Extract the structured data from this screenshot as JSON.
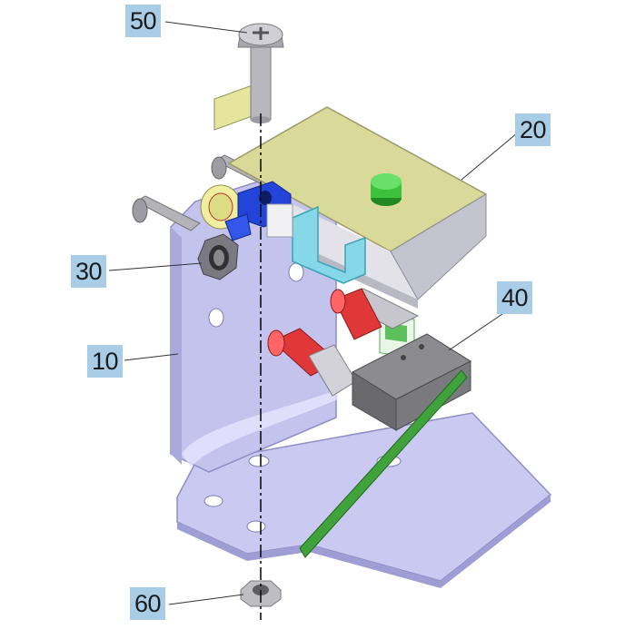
{
  "diagram": {
    "callouts": [
      {
        "id": "50",
        "label": "50"
      },
      {
        "id": "20",
        "label": "20"
      },
      {
        "id": "30",
        "label": "30"
      },
      {
        "id": "40",
        "label": "40"
      },
      {
        "id": "10",
        "label": "10"
      },
      {
        "id": "60",
        "label": "60"
      }
    ],
    "colors": {
      "callout_bg": "#a9cde6",
      "bracket": "#c5c5ef",
      "bracket_shade": "#9d9dd0",
      "housing_top": "#d9d99a",
      "housing_side": "#c4c4cf",
      "button": "#35c235",
      "lever": "#8cdce8",
      "clip": "#1f3fd8",
      "roller": "#e23b3b",
      "switch_body": "#707070",
      "pcb": "#3fa23a",
      "screw": "#b7b7bd"
    }
  }
}
